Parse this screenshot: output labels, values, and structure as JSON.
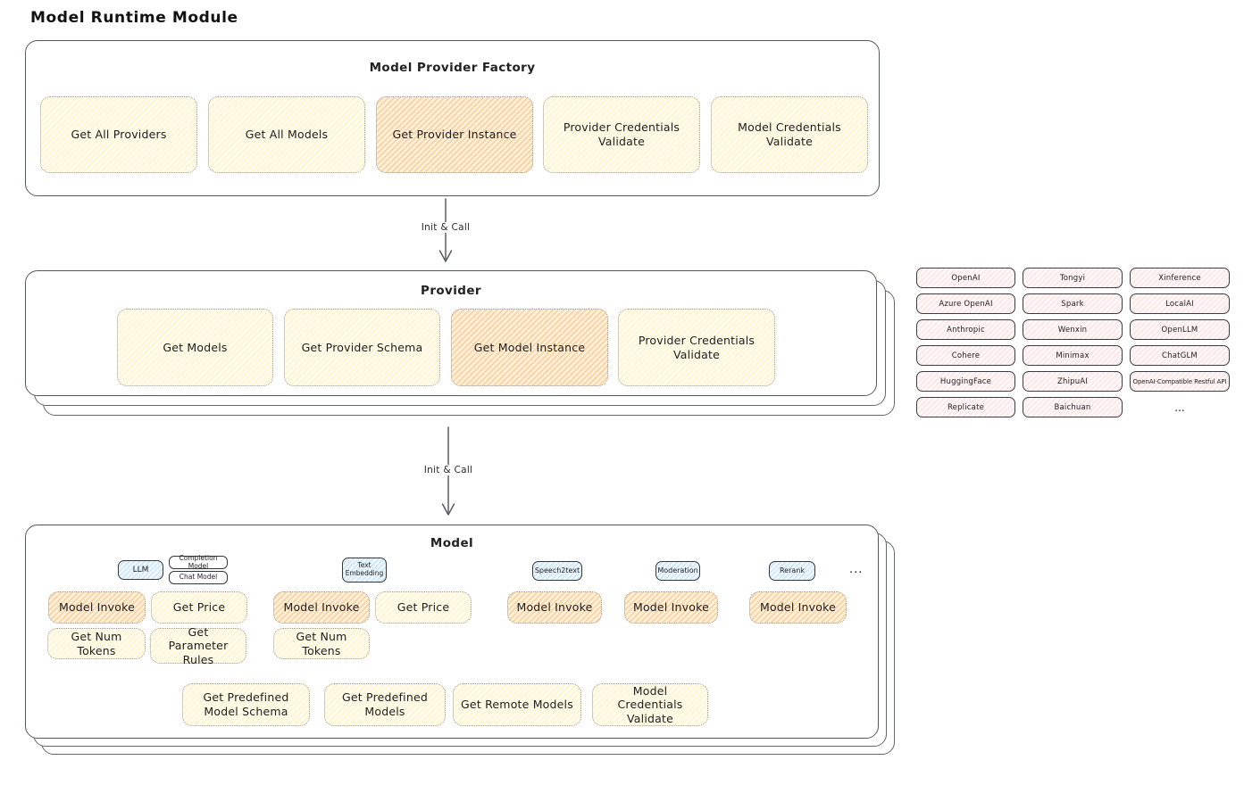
{
  "title": "Model Runtime Module",
  "colors": {
    "box_yellow": "#ffec99",
    "box_orange_highlight": "#f7ad55",
    "provider_pink": "#ffc9c9",
    "tag_blue": "#a5d8ff",
    "dotted_border": "#9b9b9b",
    "solid_border": "#34383c",
    "sheet_border": "#55585e"
  },
  "arrows": {
    "first_label": "Init & Call",
    "second_label": "Init & Call"
  },
  "factory": {
    "title": "Model Provider Factory",
    "boxes": [
      {
        "label": "Get All Providers",
        "highlighted": false
      },
      {
        "label": "Get All Models",
        "highlighted": false
      },
      {
        "label": "Get Provider Instance",
        "highlighted": true
      },
      {
        "label": "Provider Credentials Validate",
        "highlighted": false
      },
      {
        "label": "Model Credentials Validate",
        "highlighted": false
      }
    ]
  },
  "provider": {
    "title": "Provider",
    "boxes": [
      {
        "label": "Get Models",
        "highlighted": false
      },
      {
        "label": "Get Provider Schema",
        "highlighted": false
      },
      {
        "label": "Get Model Instance",
        "highlighted": true
      },
      {
        "label": "Provider Credentials Validate",
        "highlighted": false
      }
    ]
  },
  "providers_list": {
    "items": [
      "OpenAI",
      "Tongyi",
      "Xinference",
      "Azure OpenAI",
      "Spark",
      "LocalAI",
      "Anthropic",
      "Wenxin",
      "OpenLLM",
      "Cohere",
      "Minimax",
      "ChatGLM",
      "HuggingFace",
      "ZhipuAI",
      "OpenAI-Compatible Restful API",
      "Replicate",
      "Baichuan",
      "..."
    ]
  },
  "model": {
    "title": "Model",
    "tags": {
      "llm": "LLM",
      "completion": "Completion Model",
      "chat": "Chat Model",
      "text_embedding": "Text Embedding",
      "speech2text": "Speech2text",
      "moderation": "Moderation",
      "rerank": "Rerank",
      "more": "..."
    },
    "boxes": {
      "llm_invoke": "Model Invoke",
      "llm_get_price": "Get Price",
      "llm_get_num_tokens": "Get Num Tokens",
      "llm_get_parameter_rules": "Get Parameter Rules",
      "emb_invoke": "Model Invoke",
      "emb_get_price": "Get Price",
      "emb_get_num_tokens": "Get Num Tokens",
      "s2t_invoke": "Model Invoke",
      "moderation_invoke": "Model Invoke",
      "rerank_invoke": "Model Invoke",
      "get_predefined_model_schema": "Get Predefined Model Schema",
      "get_predefined_models": "Get Predefined Models",
      "get_remote_models": "Get Remote Models",
      "model_credentials_validate": "Model Credentials Validate"
    }
  }
}
